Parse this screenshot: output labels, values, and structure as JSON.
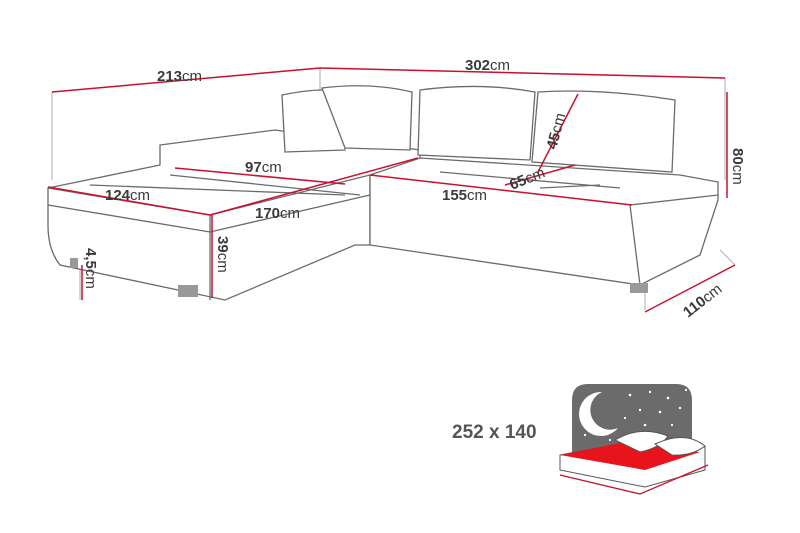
{
  "dimensions": {
    "overall_left": {
      "value": "213",
      "unit": "cm"
    },
    "overall_back": {
      "value": "302",
      "unit": "cm"
    },
    "height": {
      "value": "80",
      "unit": "cm"
    },
    "chaise_seat_depth": {
      "value": "97",
      "unit": "cm"
    },
    "chaise_width": {
      "value": "124",
      "unit": "cm"
    },
    "chaise_length": {
      "value": "170",
      "unit": "cm"
    },
    "seat_width": {
      "value": "155",
      "unit": "cm"
    },
    "seat_depth": {
      "value": "65",
      "unit": "cm"
    },
    "backrest_height": {
      "value": "45",
      "unit": "cm"
    },
    "seat_height": {
      "value": "39",
      "unit": "cm"
    },
    "leg_height": {
      "value": "4,5",
      "unit": "cm"
    },
    "depth": {
      "value": "110",
      "unit": "cm"
    }
  },
  "bed": {
    "size_label": "252 x 140",
    "icon": "bed-night-icon",
    "colors": {
      "sheet": "#e8141b",
      "sky": "#6b6b6b"
    }
  },
  "colors": {
    "dimension_line": "#c8102e",
    "outline": "#6b6b6b"
  }
}
